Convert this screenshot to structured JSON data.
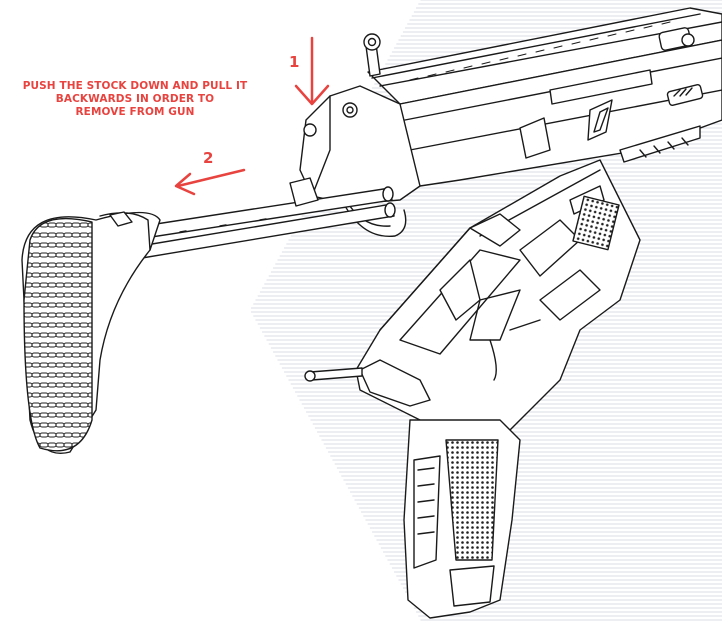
{
  "instruction": {
    "lines": [
      "PUSH THE STOCK DOWN AND PULL IT",
      "BACKWARDS IN ORDER TO",
      "REMOVE FROM GUN"
    ]
  },
  "steps": [
    {
      "number": "1",
      "direction": "down"
    },
    {
      "number": "2",
      "direction": "backward"
    }
  ],
  "colors": {
    "accent": "#e8433f",
    "line_art": "#1a1a1a",
    "background_lines": "#d9dbe6"
  }
}
